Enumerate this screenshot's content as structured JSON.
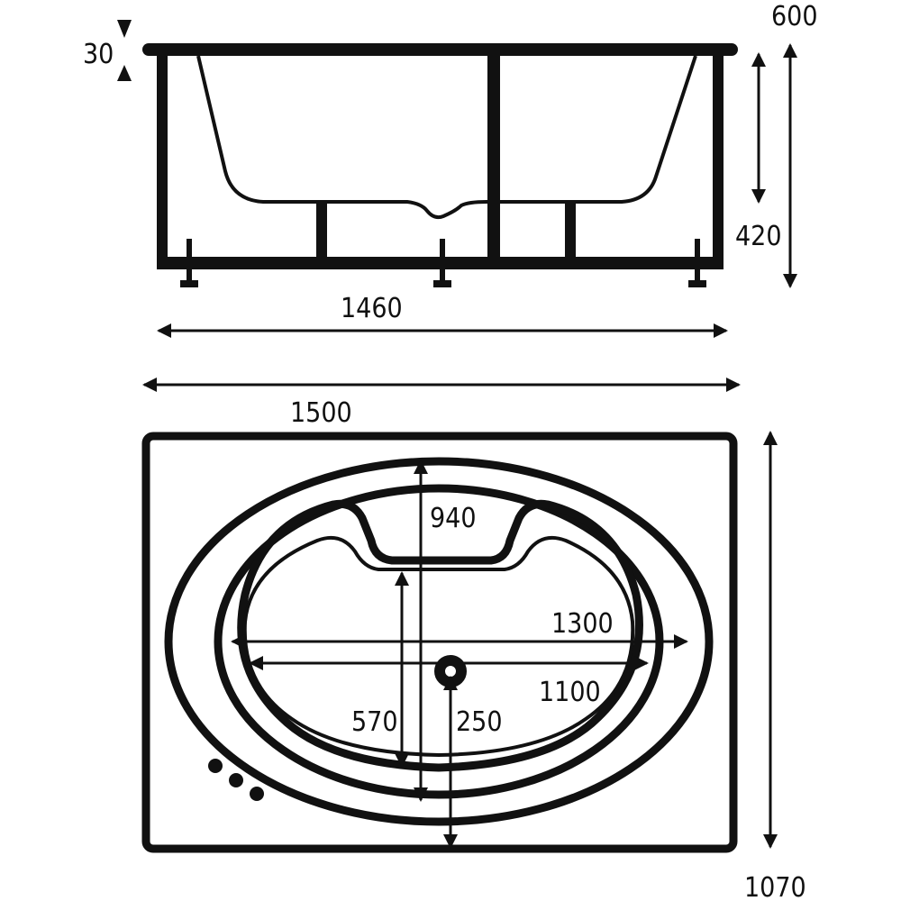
{
  "dimensions": {
    "rim_thickness": "30",
    "total_height": "600",
    "depth": "420",
    "frame_length": "1460",
    "overall_length": "1500",
    "overall_width": "1070",
    "inner_width": "940",
    "outer_bowl_length": "1300",
    "inner_bowl_length": "1100",
    "bowl_width": "570",
    "drain_offset": "250"
  }
}
